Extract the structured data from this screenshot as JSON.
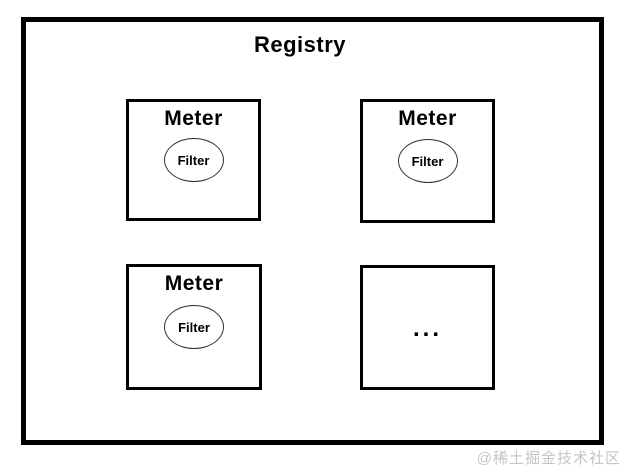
{
  "colors": {
    "line": "#000000",
    "background": "#ffffff",
    "watermark_text": "#c5c5c5"
  },
  "diagram": {
    "registry_label": "Registry",
    "meters": [
      {
        "label": "Meter",
        "filter_label": "Filter"
      },
      {
        "label": "Meter",
        "filter_label": "Filter"
      },
      {
        "label": "Meter",
        "filter_label": "Filter"
      }
    ],
    "more_label": "...",
    "watermark": "@稀土掘金技术社区"
  }
}
